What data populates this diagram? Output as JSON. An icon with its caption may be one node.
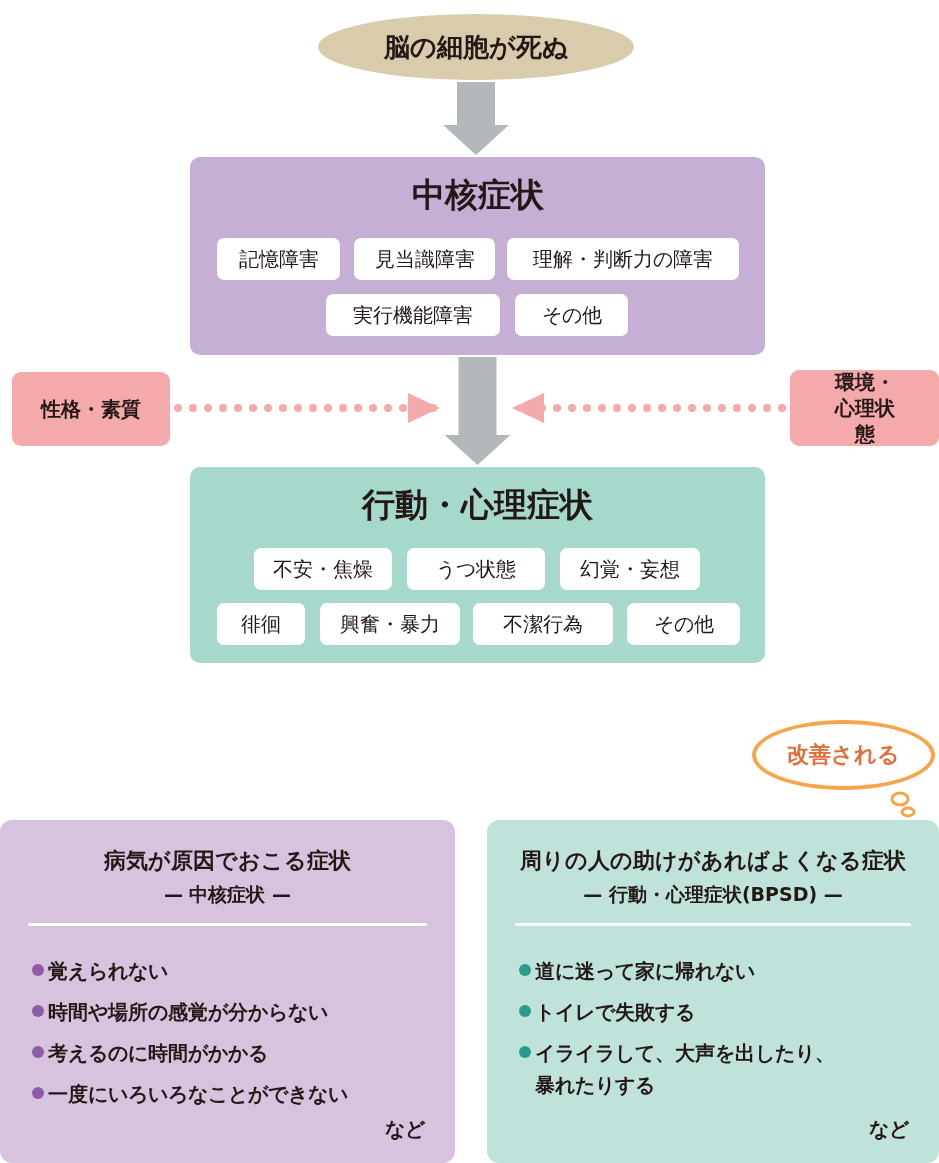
{
  "diagram": {
    "nodes": [
      {
        "text": [
          "脳の細胞が死ぬ"
        ]
      },
      {
        "text": [
          "中核症状"
        ]
      },
      {
        "text": [
          "記憶障害"
        ],
        "in": 1
      },
      {
        "text": [
          "見当識障害"
        ],
        "in": 1
      },
      {
        "text": [
          "理解・判断力の障害"
        ],
        "in": 1
      },
      {
        "text": [
          "実行機能障害"
        ],
        "in": 1
      },
      {
        "text": [
          "その他"
        ],
        "in": 1
      },
      {
        "text": [
          "性格・素質"
        ]
      },
      {
        "text": [
          "環境・心理状態"
        ]
      },
      {
        "text": [
          "行動・心理症状"
        ]
      },
      {
        "text": [
          "不安・焦燥"
        ],
        "in": 9
      },
      {
        "text": [
          "うつ状態"
        ],
        "in": 9
      },
      {
        "text": [
          "幻覚・妄想"
        ],
        "in": 9
      },
      {
        "text": [
          "徘徊"
        ],
        "in": 9
      },
      {
        "text": [
          "興奮・暴力"
        ],
        "in": 9
      },
      {
        "text": [
          "不潔行為"
        ],
        "in": 9
      },
      {
        "text": [
          "その他"
        ],
        "in": 9
      },
      {
        "text": [
          "改善される"
        ]
      },
      {
        "text": [
          "病気が原因でおこる症状",
          "— 中核症状 —",
          "覚えられない",
          "時間や場所の感覚が分からない",
          "考えるのに時間がかかる",
          "一度にいろいろなことができない",
          "など"
        ]
      },
      {
        "text": [
          "周りの人の助けがあればよくなる症状",
          "— 行動・心理症状(BPSD) —",
          "道に迷って家に帰れない",
          "トイレで失敗する",
          "イライラして、大声を出したり、暴れたりする",
          "など"
        ]
      }
    ],
    "edges": [
      {
        "from": 0,
        "to": 1,
        "arrow": "to",
        "style": "thick",
        "color": "#b3b8bb"
      },
      {
        "from": 1,
        "to": 9,
        "arrow": "to",
        "style": "thick",
        "color": "#b3b8bb"
      },
      {
        "from": 7,
        "to": null,
        "arrow": "to",
        "style": "dashed",
        "color": "#f4a9aa"
      },
      {
        "from": 8,
        "to": null,
        "arrow": "to",
        "style": "dashed",
        "color": "#f4a9aa"
      }
    ]
  }
}
